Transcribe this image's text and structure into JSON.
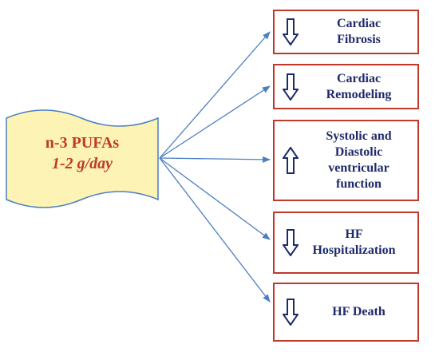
{
  "source": {
    "title": "n-3 PUFAs",
    "dose": "1-2 g/day",
    "fill_color": "#fdf3b4",
    "border_color": "#4a7fc0",
    "text_color": "#c0392b"
  },
  "outcomes": [
    {
      "lines": [
        "Cardiac",
        "Fibrosis"
      ],
      "direction": "down",
      "icon": "down-arrow-icon"
    },
    {
      "lines": [
        "Cardiac",
        "Remodeling"
      ],
      "direction": "down",
      "icon": "down-arrow-icon"
    },
    {
      "lines": [
        "Systolic and",
        "Diastolic",
        "ventricular",
        "function"
      ],
      "direction": "up",
      "icon": "up-arrow-icon"
    },
    {
      "lines": [
        "HF",
        "Hospitalization"
      ],
      "direction": "down",
      "icon": "down-arrow-icon"
    },
    {
      "lines": [
        "HF Death"
      ],
      "direction": "down",
      "icon": "down-arrow-icon"
    }
  ],
  "colors": {
    "box_border": "#c0392b",
    "box_text": "#1f2a6b",
    "connector": "#4a7fc0",
    "arrow_icon_stroke": "#1f2a6b"
  }
}
